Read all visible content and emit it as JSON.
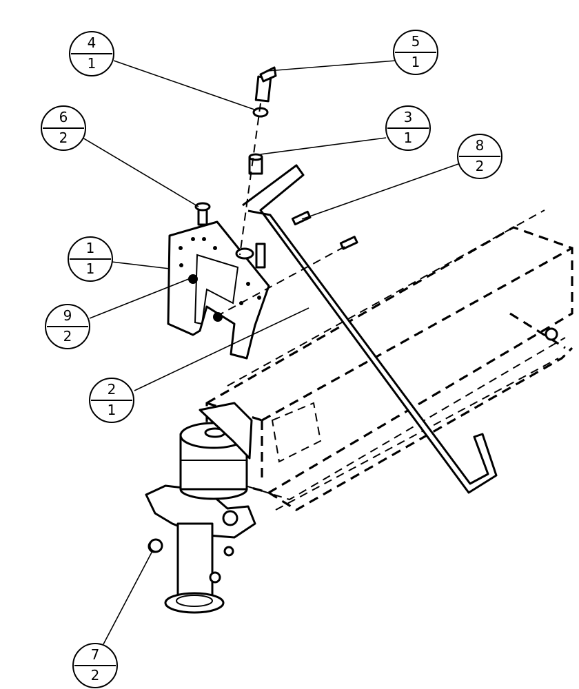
{
  "balloons": [
    {
      "id": "4",
      "qty": "1"
    },
    {
      "id": "5",
      "qty": "1"
    },
    {
      "id": "6",
      "qty": "2"
    },
    {
      "id": "3",
      "qty": "1"
    },
    {
      "id": "8",
      "qty": "2"
    },
    {
      "id": "1",
      "qty": "1"
    },
    {
      "id": "9",
      "qty": "2"
    },
    {
      "id": "2",
      "qty": "1"
    },
    {
      "id": "7",
      "qty": "2"
    }
  ]
}
